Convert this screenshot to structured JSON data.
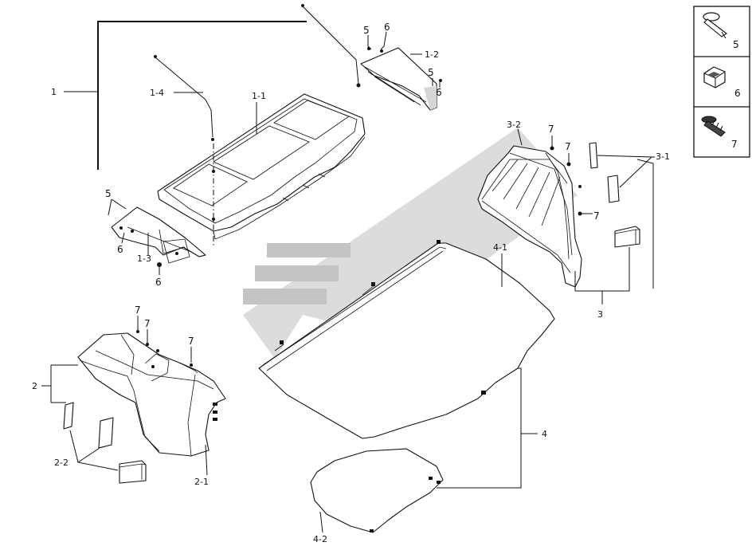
{
  "callouts": {
    "c1": "1",
    "c1_1": "1-1",
    "c1_2": "1-2",
    "c1_3": "1-3",
    "c1_4": "1-4",
    "c2": "2",
    "c2_1": "2-1",
    "c2_2": "2-2",
    "c3": "3",
    "c3_1": "3-1",
    "c3_2": "3-2",
    "c4": "4",
    "c4_1": "4-1",
    "c4_2": "4-2",
    "c5": "5",
    "c6": "6",
    "c7": "7"
  },
  "legend": {
    "items": [
      {
        "label": "5",
        "icon": "push-rivet-icon"
      },
      {
        "label": "6",
        "icon": "retainer-clip-icon"
      },
      {
        "label": "7",
        "icon": "fir-tree-clip-icon"
      }
    ]
  }
}
